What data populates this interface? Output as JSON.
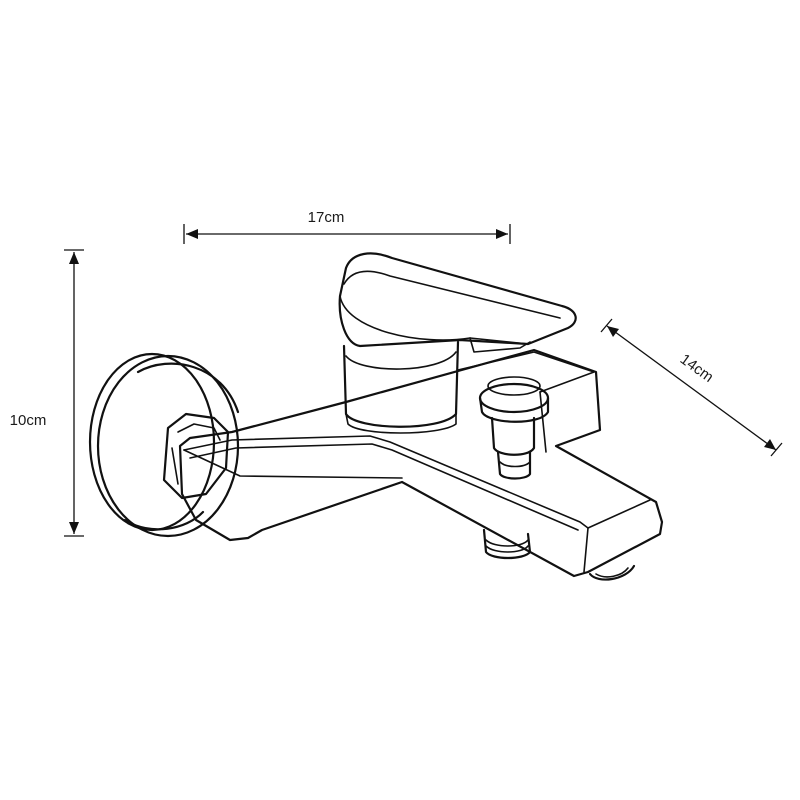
{
  "dimensions": {
    "width": "17cm",
    "height": "10cm",
    "depth": "14cm"
  },
  "colors": {
    "line": "#111111",
    "background": "#ffffff"
  }
}
